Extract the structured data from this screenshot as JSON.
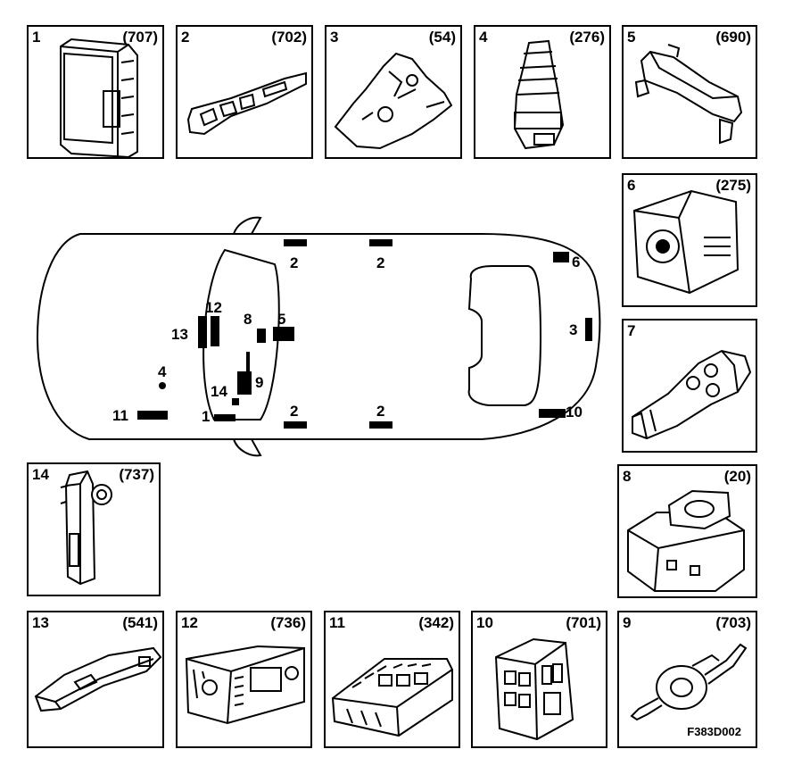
{
  "components": [
    {
      "number": "1",
      "ref": "(707)",
      "icon": "control-module-box-icon"
    },
    {
      "number": "2",
      "ref": "(702)",
      "icon": "window-switch-panel-icon"
    },
    {
      "number": "3",
      "ref": "(54)",
      "icon": "trunk-lock-icon"
    },
    {
      "number": "4",
      "ref": "(276)",
      "icon": "siren-sensor-icon"
    },
    {
      "number": "5",
      "ref": "(690)",
      "icon": "bracket-module-icon"
    },
    {
      "number": "6",
      "ref": "(275)",
      "icon": "alarm-siren-icon"
    },
    {
      "number": "7",
      "ref": "",
      "icon": "remote-key-icon"
    },
    {
      "number": "8",
      "ref": "(20)",
      "icon": "ignition-switch-module-icon"
    },
    {
      "number": "9",
      "ref": "(703)",
      "icon": "steering-column-switch-icon"
    },
    {
      "number": "10",
      "ref": "(701)",
      "icon": "relay-fuse-unit-icon"
    },
    {
      "number": "11",
      "ref": "(342)",
      "icon": "fuse-box-icon"
    },
    {
      "number": "12",
      "ref": "(736)",
      "icon": "climate-control-panel-icon"
    },
    {
      "number": "13",
      "ref": "(541)",
      "icon": "interior-light-icon"
    },
    {
      "number": "14",
      "ref": "(737)",
      "icon": "sensor-connector-icon"
    }
  ],
  "car_labels": {
    "top_left": "2",
    "top_right": "2",
    "bottom_left": "2",
    "bottom_right": "2",
    "trunk_6": "6",
    "trunk_3": "3",
    "trunk_10": "10",
    "l12": "12",
    "l13": "13",
    "l8": "8",
    "l5": "5",
    "l4": "4",
    "l14": "14",
    "l9": "9",
    "l1": "1",
    "l11": "11"
  },
  "footer_code": "F383D002"
}
